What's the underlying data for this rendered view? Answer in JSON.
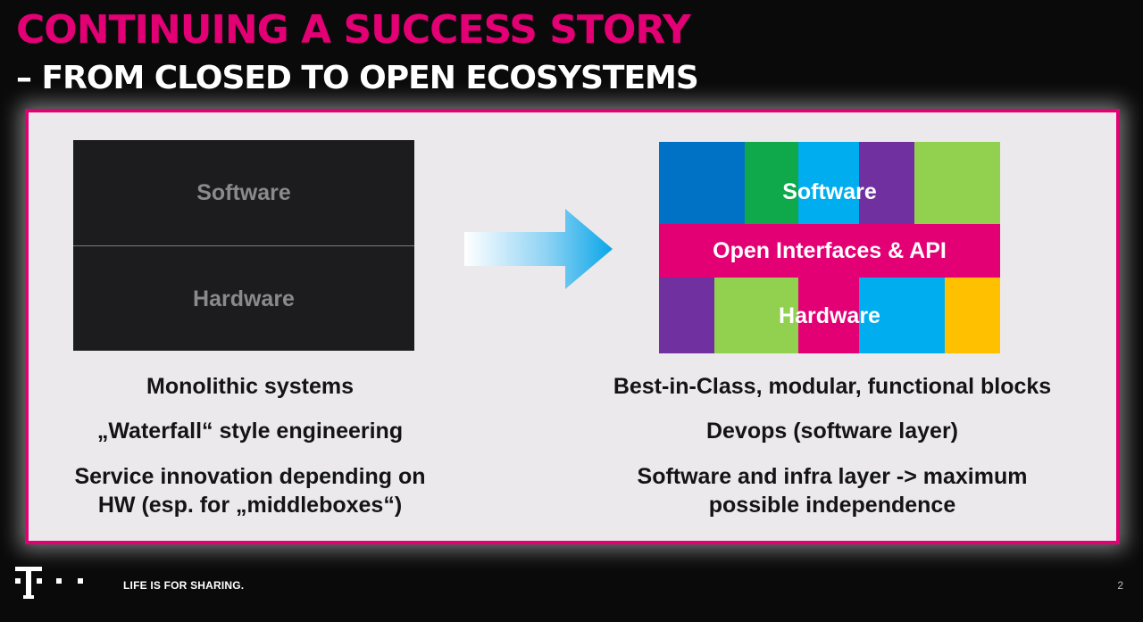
{
  "header": {
    "title": "CONTINUING A SUCCESS STORY",
    "subtitle": "– FROM CLOSED TO OPEN ECOSYSTEMS"
  },
  "left": {
    "software_label": "Software",
    "hardware_label": "Hardware",
    "captions": [
      "Monolithic systems",
      "„Waterfall“ style engineering",
      "Service innovation depending on HW (esp. for „middleboxes“)"
    ]
  },
  "right": {
    "software_label": "Software",
    "interfaces_label": "Open Interfaces & API",
    "hardware_label": "Hardware",
    "captions": [
      "Best-in-Class, modular, functional blocks",
      "Devops (software layer)",
      "Software and infra layer -> maximum possible independence"
    ]
  },
  "footer": {
    "slogan": "LIFE IS FOR SHARING.",
    "page_number": "2"
  },
  "colors": {
    "magenta": "#e20074",
    "blue": "#0072c6",
    "green": "#0fa84b",
    "cyan": "#00aeef",
    "purple": "#7030a0",
    "lime": "#92d050",
    "yellow": "#ffc000"
  }
}
